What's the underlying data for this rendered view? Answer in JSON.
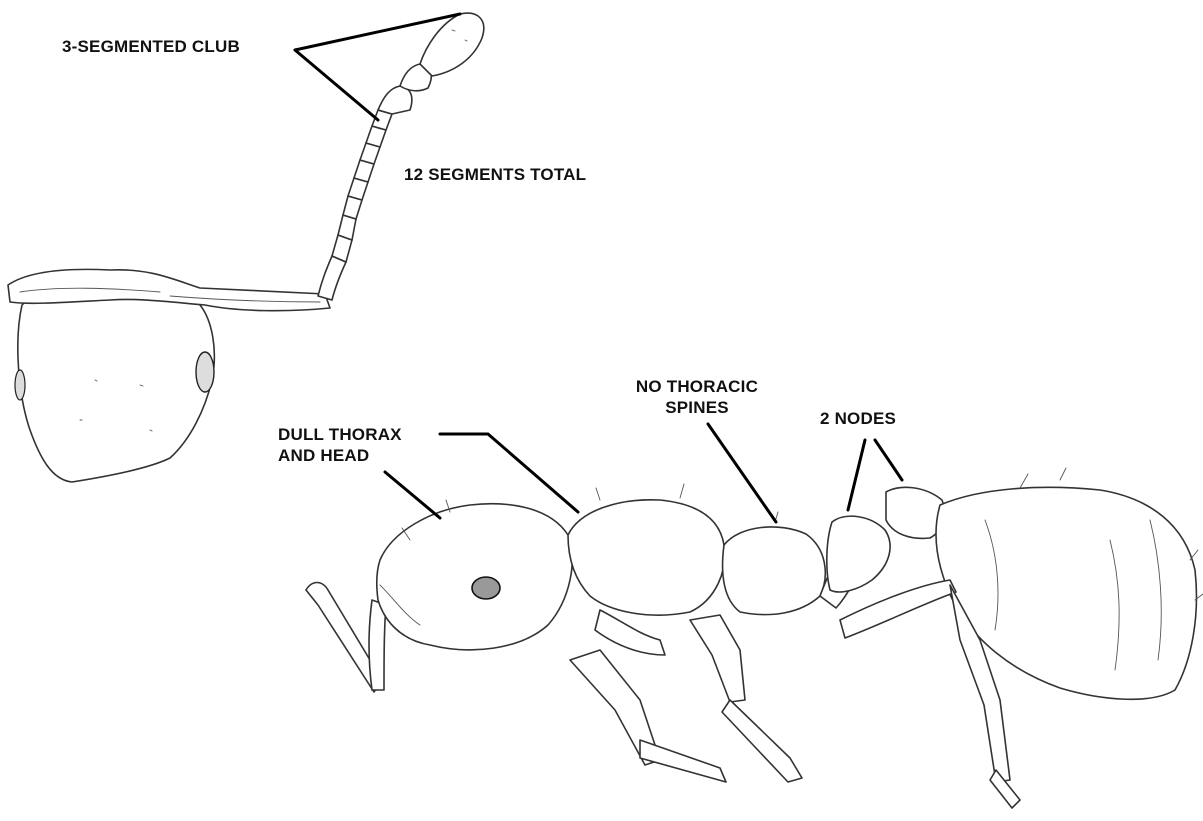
{
  "labels": {
    "club": "3-SEGMENTED CLUB",
    "segments": "12 SEGMENTS TOTAL",
    "thoracic_line1": "NO THORACIC",
    "thoracic_line2": "SPINES",
    "nodes": "2 NODES",
    "dull_line1": "DULL THORAX",
    "dull_line2": "AND HEAD"
  }
}
